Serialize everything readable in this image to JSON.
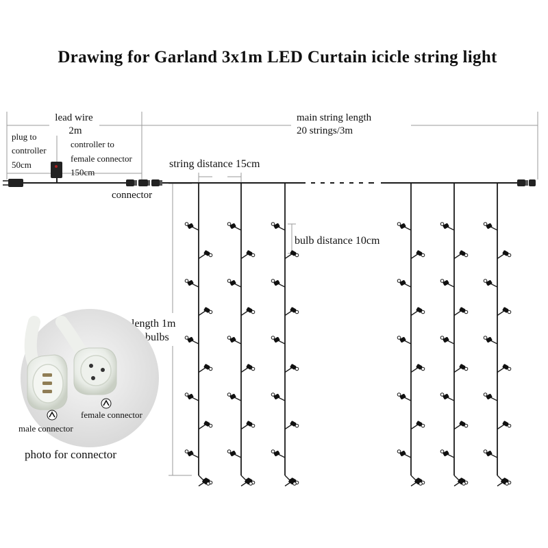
{
  "title": "Drawing for Garland 3x1m LED Curtain icicle string light",
  "labels": {
    "lead_wire": "lead wire",
    "lead_wire_len": "2m",
    "plug_to": "plug to",
    "controller": "controller",
    "plug_len": "50cm",
    "controller_to": "controller to",
    "female_connector_line": "female connector",
    "ctrl_len": "150cm",
    "connector": "connector",
    "main_string_length": "main string length",
    "strings_info": "20 strings/3m",
    "string_distance": "string distance 15cm",
    "bulb_distance": "bulb distance 10cm",
    "length": "length 1m",
    "bulbs": "10 bulbs"
  },
  "photo": {
    "female_connector": "female connector",
    "male_connector": "male connector",
    "caption": "photo for connector"
  },
  "colors": {
    "wire": "#1a1a1a",
    "dimension": "#9a9a9a",
    "bulb": "#111111",
    "photo_bg": "#e6e6e6"
  },
  "icons": {
    "plug": "plug-icon",
    "controller": "controller-box-icon",
    "connector": "connector-icon",
    "bulb": "led-bulb-icon",
    "marker": "circled-caret-icon"
  }
}
